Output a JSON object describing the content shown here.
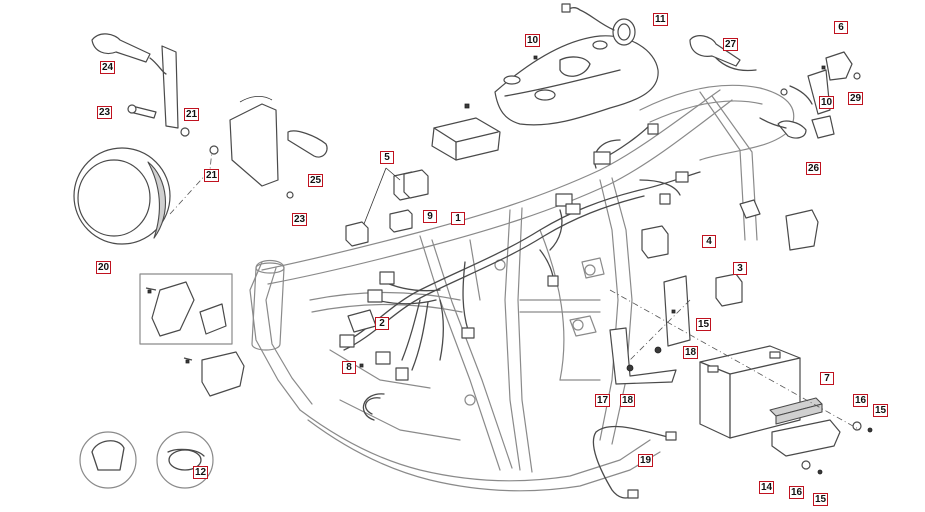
{
  "diagram": {
    "callouts": [
      "1",
      "2",
      "3",
      "4",
      "5",
      "6",
      "7",
      "8",
      "9",
      "10",
      "10",
      "11",
      "12",
      "14",
      "15",
      "15",
      "15",
      "16",
      "16",
      "17",
      "18",
      "18",
      "19",
      "20",
      "21",
      "21",
      "23",
      "23",
      "24",
      "25",
      "26",
      "27",
      "29"
    ]
  },
  "colors": {
    "line": "#555555",
    "outline": "#8a8a8a",
    "callout_border": "#c0121f",
    "fill": "#ffffff",
    "shade": "#d9d9d9"
  }
}
